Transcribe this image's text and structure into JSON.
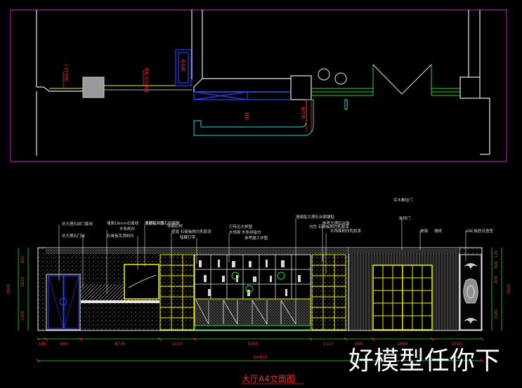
{
  "colors": {
    "background": "#000000",
    "frame_magenta": "#c61ec6",
    "wall_white": "#e8e8e8",
    "cad_red": "#ff2a2a",
    "cad_yellow": "#f2f200",
    "cad_green": "#22dd22",
    "cad_blue": "#2a3cff",
    "cad_cyan": "#22d8d8",
    "watermark": "#ffffff"
  },
  "plan": {
    "tags": [
      "门厅衣柜",
      "书柜见光侧面",
      "电视柜",
      "鞋柜",
      "餐厅柜"
    ]
  },
  "elevation": {
    "callouts": [
      "仿大理石拼门套线",
      "仿大理石门板",
      "墙面18mm石膏线",
      "木条刷白",
      "石膏板吊顶刷白",
      "大理石台面",
      "墙面贴三层石材踢脚",
      "饰面石材",
      "壁龛 石膏板刷白乳胶漆",
      "暗藏灯带",
      "灯带见大样图",
      "木饰面",
      "木条拼接白",
      "参考施工详图",
      "墙面贴大理石台面铺贴",
      "墙纸",
      "参考大理石台面",
      "木饰面刷白乳胶漆",
      "白色 石膏板刷白乳胶漆",
      "装饰门",
      "玻璃",
      "GRC板欧式造型",
      "实木推拉门"
    ],
    "dims_bottom": [
      "140",
      "900",
      "8730",
      "1113",
      "5990",
      "1113",
      "900",
      "2880",
      "1593"
    ],
    "total_width": "14403",
    "dims_left": [
      "400",
      "1800",
      "1000"
    ],
    "height_left": "2600",
    "dims_right": [
      "120",
      "300",
      "400",
      "1080"
    ],
    "height_right": "2600",
    "title": "大厅A4立面图"
  },
  "watermark": "好模型任你下"
}
